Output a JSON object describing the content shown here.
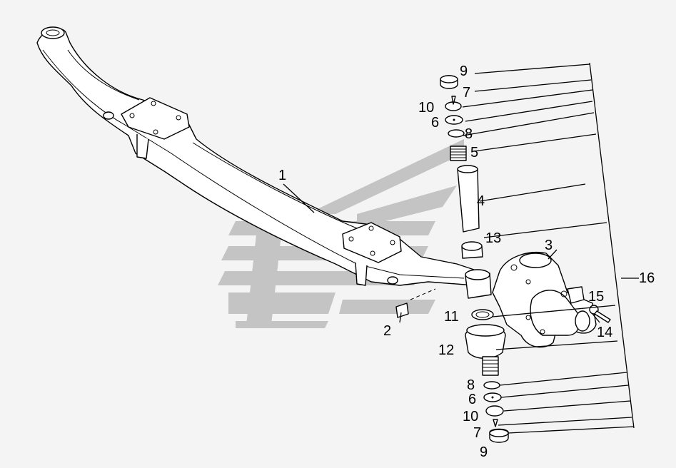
{
  "diagram": {
    "watermark_colors": {
      "primary": "#b0b0b0",
      "stripes": "#9a9a9a"
    },
    "callouts": [
      {
        "id": "c1",
        "text": "1"
      },
      {
        "id": "c2",
        "text": "2"
      },
      {
        "id": "c3",
        "text": "3"
      },
      {
        "id": "c4",
        "text": "4"
      },
      {
        "id": "c5",
        "text": "5"
      },
      {
        "id": "c6a",
        "text": "6"
      },
      {
        "id": "c6b",
        "text": "6"
      },
      {
        "id": "c7a",
        "text": "7"
      },
      {
        "id": "c7b",
        "text": "7"
      },
      {
        "id": "c8a",
        "text": "8"
      },
      {
        "id": "c8b",
        "text": "8"
      },
      {
        "id": "c9a",
        "text": "9"
      },
      {
        "id": "c9b",
        "text": "9"
      },
      {
        "id": "c10a",
        "text": "10"
      },
      {
        "id": "c10b",
        "text": "10"
      },
      {
        "id": "c11",
        "text": "11"
      },
      {
        "id": "c12",
        "text": "12"
      },
      {
        "id": "c13",
        "text": "13"
      },
      {
        "id": "c14",
        "text": "14"
      },
      {
        "id": "c15",
        "text": "15"
      },
      {
        "id": "c16",
        "text": "16"
      }
    ]
  }
}
